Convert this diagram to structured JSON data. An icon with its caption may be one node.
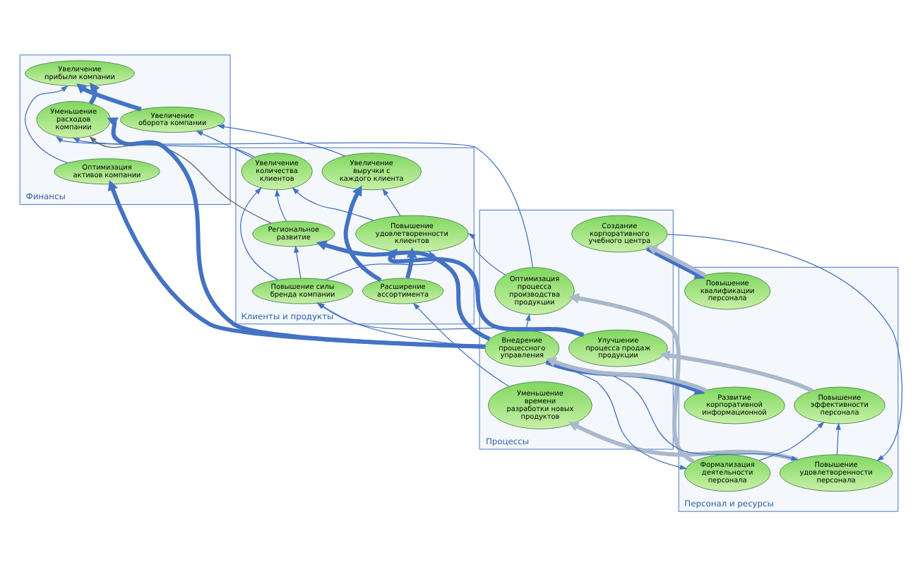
{
  "diagram": {
    "nodes": [
      {
        "text": [
          "Финансы"
        ]
      },
      {
        "text": [
          "Увеличение оборота компании"
        ],
        "in": 0
      },
      {
        "text": [
          "Увеличение прибыли компании"
        ],
        "in": 0
      },
      {
        "text": [
          "Уменьшение расходов компании"
        ],
        "in": 0
      },
      {
        "text": [
          "Оптимизация активов компании"
        ],
        "in": 0
      },
      {
        "text": [
          "Клиенты и продукты"
        ]
      },
      {
        "text": [
          "Увеличение выручки с каждого клиента"
        ],
        "in": 5
      },
      {
        "text": [
          "Увеличение количества клиентов"
        ],
        "in": 5
      },
      {
        "text": [
          "Региональное развитие"
        ],
        "in": 5
      },
      {
        "text": [
          "Расширение ассортимента"
        ],
        "in": 5
      },
      {
        "text": [
          "Повышение удовлетворенности клиентов"
        ],
        "in": 5
      },
      {
        "text": [
          "Повышение силы бренда компании"
        ],
        "in": 5
      },
      {
        "text": [
          "Процессы"
        ]
      },
      {
        "text": [
          "Создание корпоративного учебного центра"
        ],
        "in": 12
      },
      {
        "text": [
          "Уменьшение времени разработки новых продуктов"
        ],
        "in": 12
      },
      {
        "text": [
          "Улучшение процесса продаж продукции"
        ],
        "in": 12
      },
      {
        "text": [
          "Оптимизация процесса производства продукции"
        ],
        "in": 12
      },
      {
        "text": [
          "Внедрение процессного управления"
        ],
        "in": 12
      },
      {
        "text": [
          "Персонал и ресурсы"
        ]
      },
      {
        "text": [
          "Повышение квалификации персонала"
        ],
        "in": 18
      },
      {
        "text": [
          "Повышение удовлетворенности персонала"
        ],
        "in": 18
      },
      {
        "text": [
          "Повышение эффективности персонала"
        ],
        "in": 18
      },
      {
        "text": [
          "Формализация деятельности персонала"
        ],
        "in": 18
      },
      {
        "text": [
          "Развитие корпоративной информационной"
        ],
        "in": 18
      }
    ],
    "edges": [
      {
        "from": 1,
        "to": 2,
        "arrow": "to",
        "style": "thick"
      },
      {
        "from": 3,
        "to": 2,
        "arrow": "to",
        "style": "thick"
      },
      {
        "from": 4,
        "to": 2,
        "arrow": "to"
      },
      {
        "from": 6,
        "to": 1,
        "arrow": "to"
      },
      {
        "from": 7,
        "to": 1,
        "arrow": "to"
      },
      {
        "from": 7,
        "to": 3,
        "arrow": "to"
      },
      {
        "from": 8,
        "to": 3,
        "arrow": "to",
        "color": "#666666"
      },
      {
        "from": 8,
        "to": 7,
        "arrow": "to"
      },
      {
        "from": 9,
        "to": 6,
        "arrow": "to",
        "style": "thick"
      },
      {
        "from": 9,
        "to": 10,
        "arrow": "to",
        "style": "thick"
      },
      {
        "from": 10,
        "to": 7,
        "arrow": "to"
      },
      {
        "from": 10,
        "to": 6,
        "arrow": "to"
      },
      {
        "from": 11,
        "to": 10,
        "arrow": "to"
      },
      {
        "from": 11,
        "to": 8,
        "arrow": "to"
      },
      {
        "from": 11,
        "to": 7,
        "arrow": "to"
      },
      {
        "from": 14,
        "to": 9,
        "arrow": "to"
      },
      {
        "from": 15,
        "to": 10,
        "arrow": "to",
        "style": "thick"
      },
      {
        "from": 15,
        "to": 11,
        "arrow": "to"
      },
      {
        "from": 16,
        "to": 10,
        "arrow": "to"
      },
      {
        "from": 16,
        "to": 3,
        "arrow": "to"
      },
      {
        "from": 17,
        "to": 11,
        "arrow": "to"
      },
      {
        "from": 17,
        "to": 8,
        "arrow": "to",
        "style": "thick"
      },
      {
        "from": 17,
        "to": 3,
        "arrow": "to",
        "style": "thick"
      },
      {
        "from": 17,
        "to": 4,
        "arrow": "to",
        "style": "thick"
      },
      {
        "from": 17,
        "to": 16,
        "arrow": "to"
      },
      {
        "from": 17,
        "to": 20,
        "arrow": "to"
      },
      {
        "from": 17,
        "to": 22,
        "arrow": "to"
      },
      {
        "from": 17,
        "to": 23,
        "arrow": "to",
        "style": "thick"
      },
      {
        "from": 13,
        "to": 19,
        "arrow": "to",
        "style": "thick"
      },
      {
        "from": 13,
        "to": 20,
        "arrow": "to"
      },
      {
        "from": 20,
        "to": 21,
        "arrow": "to"
      },
      {
        "from": 22,
        "to": 21,
        "arrow": "to"
      },
      {
        "from": 19,
        "to": 13,
        "arrow": "to",
        "style": "thick",
        "color": "#a9b8cc"
      },
      {
        "from": 20,
        "to": 14,
        "arrow": "to",
        "style": "thick",
        "color": "#a9b8cc"
      },
      {
        "from": 21,
        "to": 15,
        "arrow": "to",
        "style": "thick",
        "color": "#a9b8cc"
      },
      {
        "from": 22,
        "to": 16,
        "arrow": "to",
        "style": "thick",
        "color": "#a9b8cc"
      },
      {
        "from": 23,
        "to": 17,
        "arrow": "to",
        "style": "thick",
        "color": "#a9b8cc"
      }
    ]
  }
}
